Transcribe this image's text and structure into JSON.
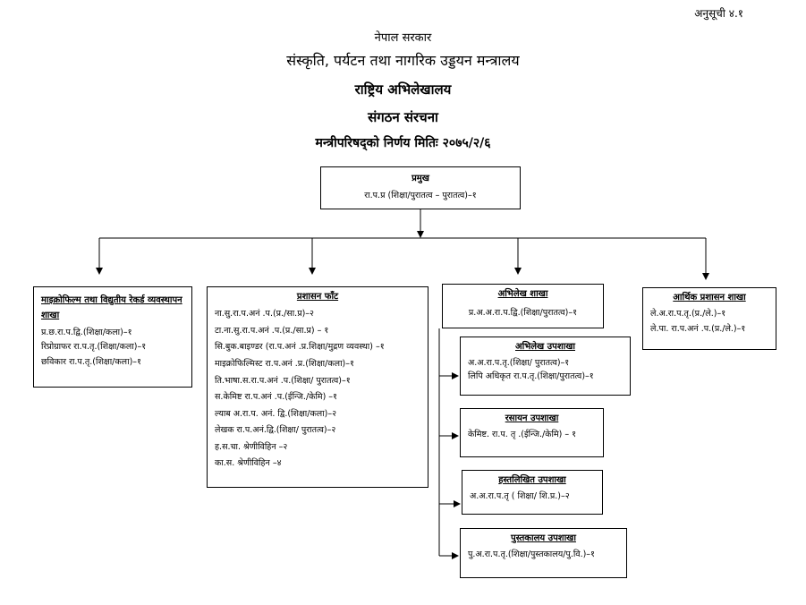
{
  "header": {
    "annex": "अनुसूची ४.१",
    "government": "नेपाल सरकार",
    "ministry": "संस्कृति, पर्यटन तथा नागरिक उड्डयन मन्त्रालय",
    "office": "राष्ट्रिय अभिलेखालय",
    "structure": "संगठन संरचना",
    "decision": "मन्त्रीपरिषद्को निर्णय मितिः २०७५/२/६"
  },
  "chief": {
    "title": "प्रमुख",
    "item": "रा.प.प्र (शिक्षा/पुरातत्व – पुरातत्व)–१"
  },
  "microfilm_section": {
    "title": "माइक्रोफिल्म तथा विद्युतीय रेकर्ड व्यवस्थापन शाखा",
    "items": [
      "प्र.छ.रा.प.द्वि.(शिक्षा/कला)–१",
      "रिप्रोग्राफर रा.प.तृ.(शिक्षा/कला)–१",
      "छविकार रा.प.तृ.(शिक्षा/कला)–१"
    ]
  },
  "admin_section": {
    "title": "प्रशासन फाँट",
    "items": [
      "ना.सु.रा.प.अनं .प.(प्र./सा.प्र)–२",
      "टा.ना.सु.रा.प.अनं .प.(प्र./सा.प्र) – १",
      "सि.बुक.बाइण्डर (रा.प.अनं .प्र.शिक्षा/मुद्रण व्यवस्था) –१",
      "माइक्रोफिल्मिस्ट रा.प.अनं .प्र.(शिक्षा/कला)–१",
      "ति.भाषा.स.रा.प.अनं .प.(शिक्षा/ पुरातत्व)–१",
      "स.केमिष्ट रा.प.अनं .प.(ईन्जि./केमि) –१",
      "ल्याब अ.रा.प. अनं. द्वि.(शिक्षा/कला)–२",
      "लेखक रा.प.अनं.द्वि.(शिक्षा/ पुरातत्व)–२",
      "ह.स.चा. श्रेणीविहिन –२",
      "का.स. श्रेणीविहिन –४"
    ]
  },
  "archive_section": {
    "title": "अभिलेख शाखा",
    "item": "प्र.अ.अ.रा.प.द्वि.(शिक्षा/पुरातत्व)–१",
    "subsections": [
      {
        "title": "अभिलेख उपशाखा",
        "items": [
          "अ.अ.रा.प.तृ.(शिक्षा/ पुरातत्व)–१",
          "लिपि अधिकृत रा.प.तृ.(शिक्षा/पुरातत्व)–१"
        ]
      },
      {
        "title": "रसायन उपशाखा",
        "items": [
          "केमिष्ट. रा.प. तृ .(ईन्जि./केमि) – १"
        ]
      },
      {
        "title": "हस्तलिखित उपशाखा",
        "items": [
          "अ.अ.रा.प.तृ ( शिक्षा/ शि.प्र.)–२"
        ]
      },
      {
        "title": "पुस्तकालय उपशाखा",
        "items": [
          "पु.अ.रा.प.तृ.(शिक्षा/पुस्तकालय/पु.वि.)–१"
        ]
      }
    ]
  },
  "finance_section": {
    "title": "आर्थिक प्रशासन शाखा",
    "items": [
      "ले.अ.रा.प.तृ.(प्र./ले.)–१",
      "ले.पा. रा.प.अनं .प.(प्र./ले.)–१"
    ]
  }
}
